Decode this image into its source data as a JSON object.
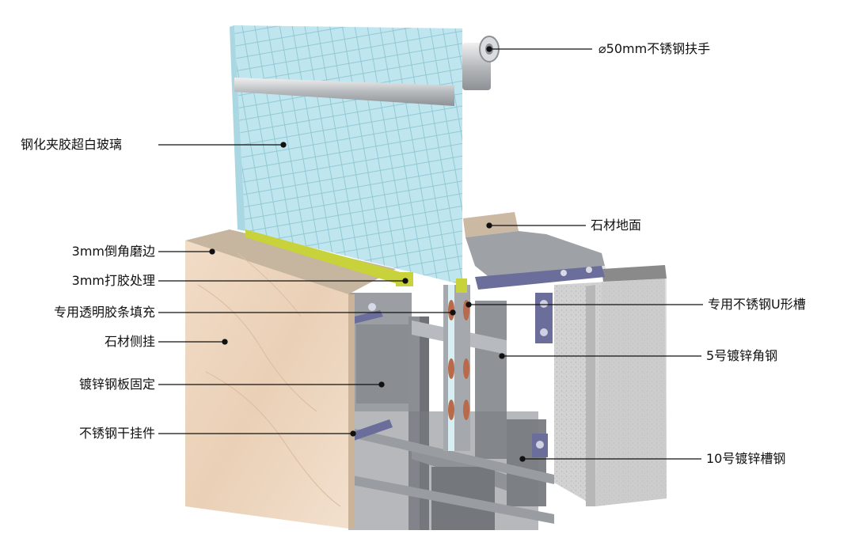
{
  "labels": {
    "handrail": "⌀50mm不锈钢扶手",
    "glass": "钢化夹胶超白玻璃",
    "stone_floor": "石材地面",
    "chamfer": "3mm倒角磨边",
    "glue": "3mm打胶处理",
    "filler_strip": "专用透明胶条填充",
    "u_channel": "专用不锈钢U形槽",
    "stone_side": "石材侧挂",
    "angle_steel": "5号镀锌角钢",
    "steel_plate": "镀锌钢板固定",
    "dry_hanger": "不锈钢干挂件",
    "channel_steel": "10号镀锌槽钢"
  },
  "colors": {
    "glass": "#bfe6ef",
    "glass_mesh": "#7fb8c8",
    "marble": "#efd8c2",
    "stone_top": "#c9b8a3",
    "concrete": "#cfcfcf",
    "steel": "#8f9398",
    "steel_dark": "#5d6166",
    "glue": "#c8d23a",
    "bracket": "#6b6e9a",
    "rubber": "#b86a4a"
  }
}
